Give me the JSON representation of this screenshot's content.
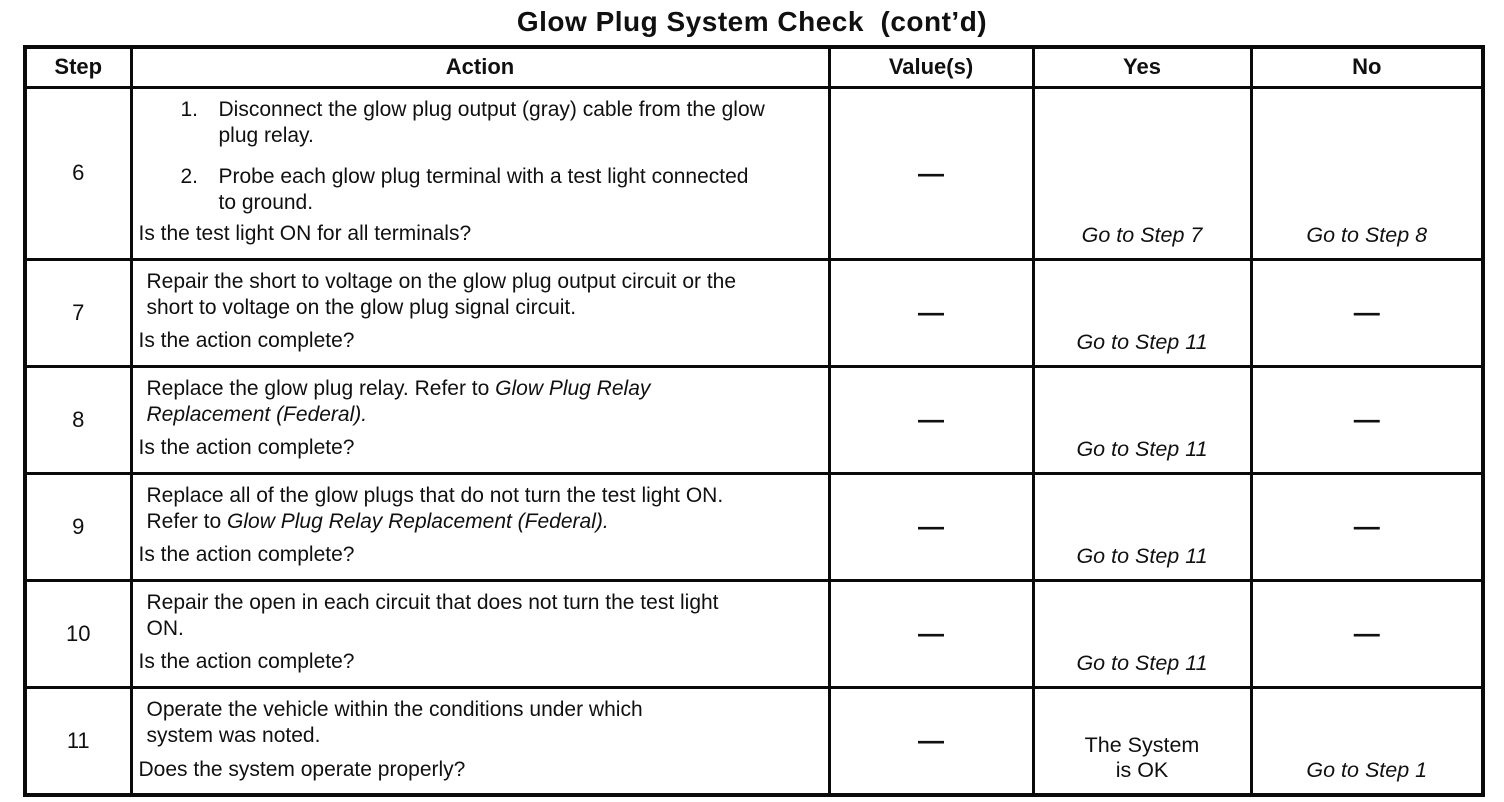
{
  "title": "Glow Plug System Check  (cont’d)",
  "table": {
    "headers": [
      "Step",
      "Action",
      "Value(s)",
      "Yes",
      "No"
    ],
    "rows": [
      {
        "step": "6",
        "items": [
          {
            "num": "1.",
            "segments": [
              {
                "text": "Disconnect the glow plug output (gray) cable from the glow plug relay.",
                "italic": false
              }
            ]
          },
          {
            "num": "2.",
            "segments": [
              {
                "text": "Probe each glow plug terminal with a test light connected to ground.",
                "italic": false
              }
            ]
          }
        ],
        "question": "Is the test light ON for all terminals?",
        "value": "—",
        "yes": [
          {
            "text": "Go to Step 7",
            "italic": true
          }
        ],
        "no": [
          {
            "text": "Go to Step 8",
            "italic": true
          }
        ]
      },
      {
        "step": "7",
        "paragraph": [
          {
            "text": "Repair the short to voltage on the glow plug output circuit or the short to voltage on the glow plug signal circuit.",
            "italic": false
          }
        ],
        "question": "Is the action complete?",
        "value": "—",
        "yes": [
          {
            "text": "Go to Step 11",
            "italic": true
          }
        ],
        "no": [
          {
            "text": "—",
            "italic": false
          }
        ]
      },
      {
        "step": "8",
        "paragraph": [
          {
            "text": "Replace the glow plug relay. Refer to ",
            "italic": false
          },
          {
            "text": "Glow Plug Relay Replacement (Federal).",
            "italic": true
          }
        ],
        "question": "Is the action complete?",
        "value": "—",
        "yes": [
          {
            "text": "Go to Step 11",
            "italic": true
          }
        ],
        "no": [
          {
            "text": "—",
            "italic": false
          }
        ]
      },
      {
        "step": "9",
        "paragraph": [
          {
            "text": "Replace all of the glow plugs that do not turn the test light ON. Refer to ",
            "italic": false
          },
          {
            "text": "Glow Plug Relay Replacement (Federal).",
            "italic": true
          }
        ],
        "question": "Is the action complete?",
        "value": "—",
        "yes": [
          {
            "text": "Go to Step 11",
            "italic": true
          }
        ],
        "no": [
          {
            "text": "—",
            "italic": false
          }
        ]
      },
      {
        "step": "10",
        "paragraph": [
          {
            "text": "Repair the open in each circuit that does not turn the test light ON.",
            "italic": false
          }
        ],
        "question": "Is the action complete?",
        "value": "—",
        "yes": [
          {
            "text": "Go to Step 11",
            "italic": true
          }
        ],
        "no": [
          {
            "text": "—",
            "italic": false
          }
        ]
      },
      {
        "step": "11",
        "paragraph": [
          {
            "text": "Operate the vehicle within the conditions under which system was noted.",
            "italic": false
          }
        ],
        "question": "Does the system operate properly?",
        "value": "—",
        "yes": [
          {
            "text": "The System is OK",
            "italic": false
          }
        ],
        "no": [
          {
            "text": "Go to Step 1",
            "italic": true
          }
        ]
      }
    ]
  },
  "colors": {
    "text": "#101010",
    "border": "#0a0a0a",
    "background": "#ffffff"
  }
}
